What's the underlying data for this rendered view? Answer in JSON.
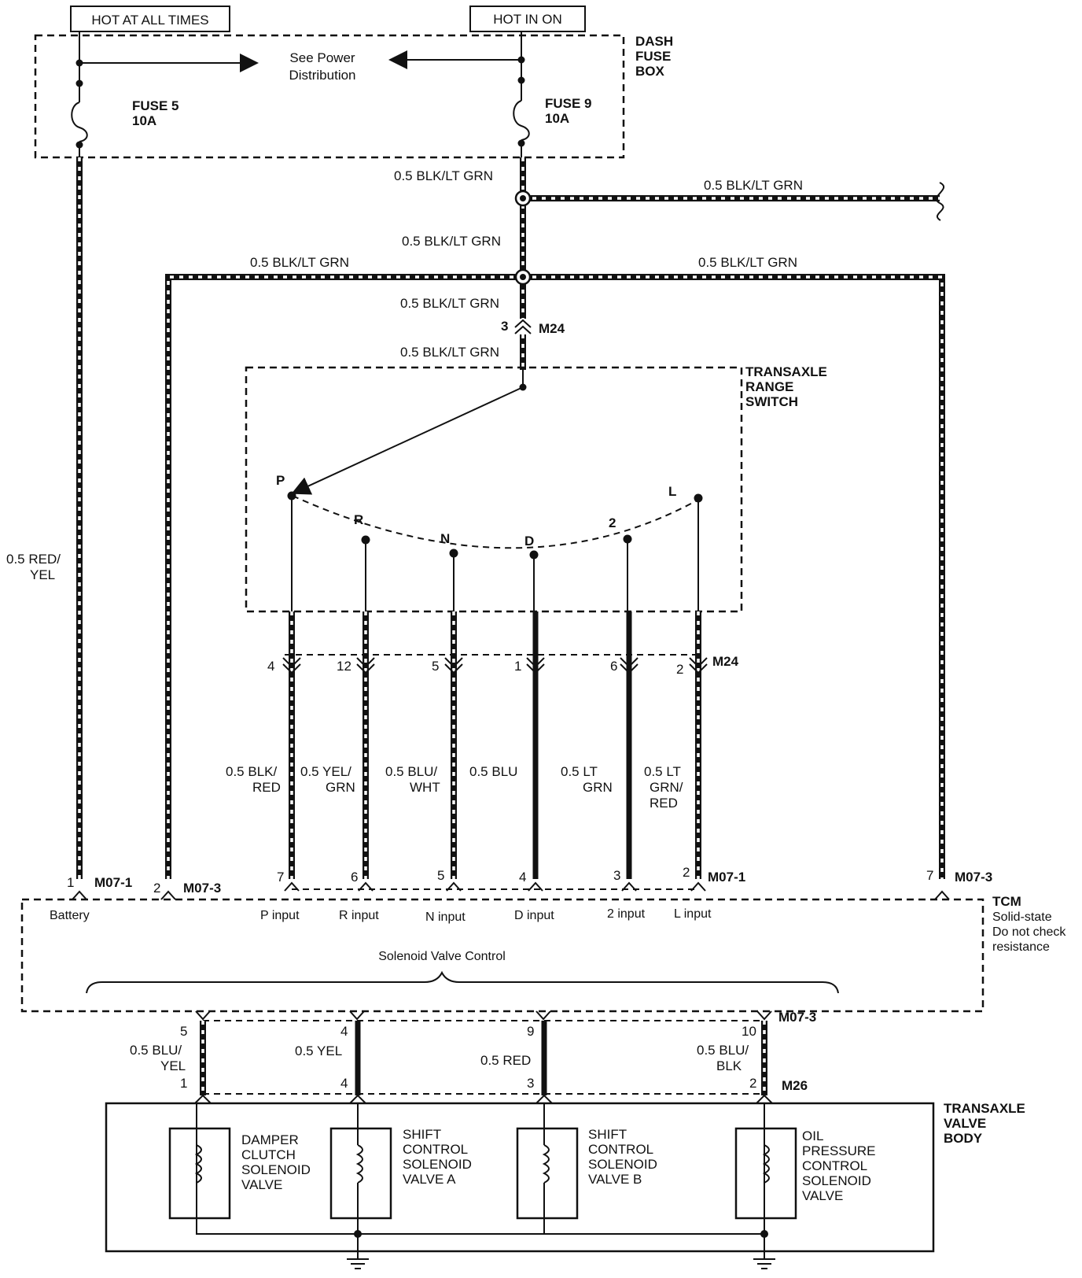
{
  "top_labels": {
    "hot_at_all_times": "HOT AT ALL TIMES",
    "hot_in_on": "HOT IN ON"
  },
  "fuse_box": {
    "title_line1": "DASH",
    "title_line2": "FUSE",
    "title_line3": "BOX",
    "see_power_line1": "See Power",
    "see_power_line2": "Distribution",
    "fuse5_name": "FUSE 5",
    "fuse5_rating": "10A",
    "fuse9_name": "FUSE 9",
    "fuse9_rating": "10A"
  },
  "wires": {
    "blk_lt_grn_1": "0.5 BLK/LT GRN",
    "blk_lt_grn_branch": "0.5 BLK/LT GRN",
    "blk_lt_grn_2": "0.5 BLK/LT GRN",
    "blk_lt_grn_left": "0.5 BLK/LT GRN",
    "blk_lt_grn_right": "0.5 BLK/LT GRN",
    "blk_lt_grn_3": "0.5 BLK/LT GRN",
    "blk_lt_grn_4": "0.5 BLK/LT GRN",
    "red_yel_line1": "0.5 RED/",
    "red_yel_line2": "YEL",
    "blk_red_line1": "0.5 BLK/",
    "blk_red_line2": "RED",
    "yel_grn_line1": "0.5 YEL/",
    "yel_grn_line2": "GRN",
    "blu_wht_line1": "0.5 BLU/",
    "blu_wht_line2": "WHT",
    "blu": "0.5 BLU",
    "lt_grn_line1": "0.5 LT",
    "lt_grn_line2": "GRN",
    "lt_grn_red_line1": "0.5 LT",
    "lt_grn_red_line2": "GRN/",
    "lt_grn_red_line3": "RED",
    "blu_yel_line1": "0.5 BLU/",
    "blu_yel_line2": "YEL",
    "yel": "0.5 YEL",
    "red": "0.5 RED",
    "blu_blk_line1": "0.5 BLU/",
    "blu_blk_line2": "BLK"
  },
  "connectors": {
    "m24_top_pin": "3",
    "m24": "M24",
    "m24_bottom": "M24",
    "m24_pins": [
      "4",
      "12",
      "5",
      "1",
      "6",
      "2"
    ],
    "m07_1": "M07-1",
    "m07_3": "M07-3",
    "m07_1_right": "M07-1",
    "m07_3_right": "M07-3",
    "tcm_top_pins": [
      "1",
      "2",
      "7",
      "6",
      "5",
      "4",
      "3",
      "2",
      "7"
    ],
    "m07_3_bottom": "M07-3",
    "tcm_bottom_pins": [
      "5",
      "4",
      "9",
      "10"
    ],
    "m26": "M26",
    "m26_pins": [
      "1",
      "4",
      "3",
      "2"
    ]
  },
  "range_switch": {
    "title_line1": "TRANSAXLE",
    "title_line2": "RANGE",
    "title_line3": "SWITCH",
    "positions": [
      "P",
      "R",
      "N",
      "D",
      "2",
      "L"
    ]
  },
  "tcm": {
    "title": "TCM",
    "note_line1": "Solid-state",
    "note_line2": "Do not check",
    "note_line3": "resistance",
    "battery": "Battery",
    "inputs": [
      "P input",
      "R input",
      "N input",
      "D input",
      "2 input",
      "L input"
    ],
    "solenoid_control": "Solenoid Valve Control"
  },
  "valve_body": {
    "title_line1": "TRANSAXLE",
    "title_line2": "VALVE",
    "title_line3": "BODY",
    "damper": [
      "DAMPER",
      "CLUTCH",
      "SOLENOID",
      "VALVE"
    ],
    "shift_a": [
      "SHIFT",
      "CONTROL",
      "SOLENOID",
      "VALVE A"
    ],
    "shift_b": [
      "SHIFT",
      "CONTROL",
      "SOLENOID",
      "VALVE B"
    ],
    "oil": [
      "OIL",
      "PRESSURE",
      "CONTROL",
      "SOLENOID",
      "VALVE"
    ]
  }
}
